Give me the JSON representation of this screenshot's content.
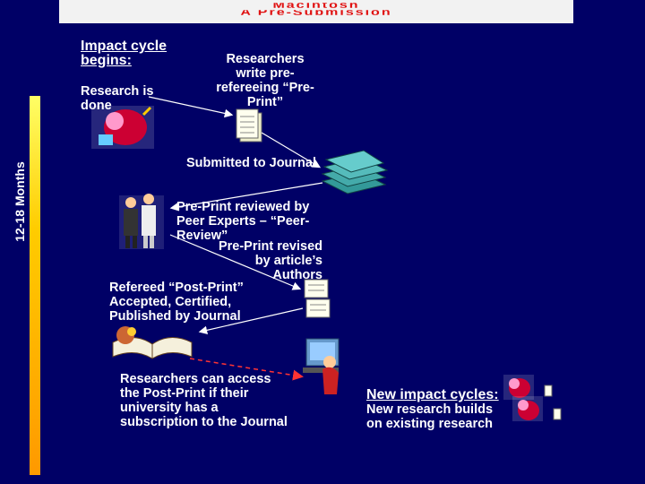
{
  "banner": {
    "line1": "Macintosh",
    "line2": "A Pre-Submission",
    "line3": ""
  },
  "timeline": {
    "label": "12-18 Months"
  },
  "steps": {
    "impact_title": "Impact cycle begins:",
    "research_done": "Research is done",
    "write_preprint": "Researchers write pre-refereeing “Pre-Print”",
    "submitted": "Submitted to Journal",
    "reviewed": "Pre-Print reviewed by Peer Experts – “Peer-Review”",
    "revised": "Pre-Print revised by article’s Authors",
    "published": "Refereed “Post-Print” Accepted, Certified, Published by Journal",
    "access": "Researchers can access the Post-Print if their university has a subscription to the Journal",
    "new_cycles_title": "New impact cycles:",
    "new_cycles_text": "New research builds on existing research"
  },
  "colors": {
    "background": "#000066",
    "text": "#ffffff",
    "arrow": "#ff0000",
    "timeline_bar": "#ffcc00"
  }
}
